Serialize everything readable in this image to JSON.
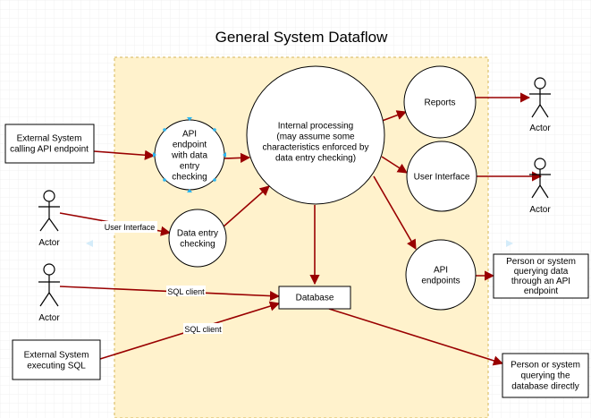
{
  "title": "General System Dataflow",
  "nodes": {
    "ext_api_caller": [
      "External System",
      "calling API endpoint"
    ],
    "api_checking": [
      "API",
      "endpoint",
      "with data",
      "entry",
      "checking"
    ],
    "internal": [
      "Internal processing",
      "(may assume some",
      "characteristics enforced by",
      "data entry checking)"
    ],
    "data_entry": [
      "Data entry",
      "checking"
    ],
    "reports": [
      "Reports"
    ],
    "user_interface": [
      "User Interface"
    ],
    "api_endpoints": [
      "API",
      "endpoints"
    ],
    "database": [
      "Database"
    ],
    "ext_sql": [
      "External System",
      "executing SQL"
    ],
    "person_api": [
      "Person or system",
      "querying data",
      "through an API",
      "endpoint"
    ],
    "person_db": [
      "Person or system",
      "querying the",
      "database directly"
    ]
  },
  "actors": {
    "left_top": "Actor",
    "left_mid": "Actor",
    "right_top": "Actor",
    "right_mid": "Actor"
  },
  "edge_labels": {
    "user_interface": "User Interface",
    "sql_client_1": "SQL client",
    "sql_client_2": "SQL client"
  },
  "colors": {
    "arrow": "#990000",
    "boundary_fill": "#fff2cc",
    "boundary_stroke": "#d6b656",
    "grid": "#eeeeee",
    "selection_handle": "#29b6f2"
  }
}
